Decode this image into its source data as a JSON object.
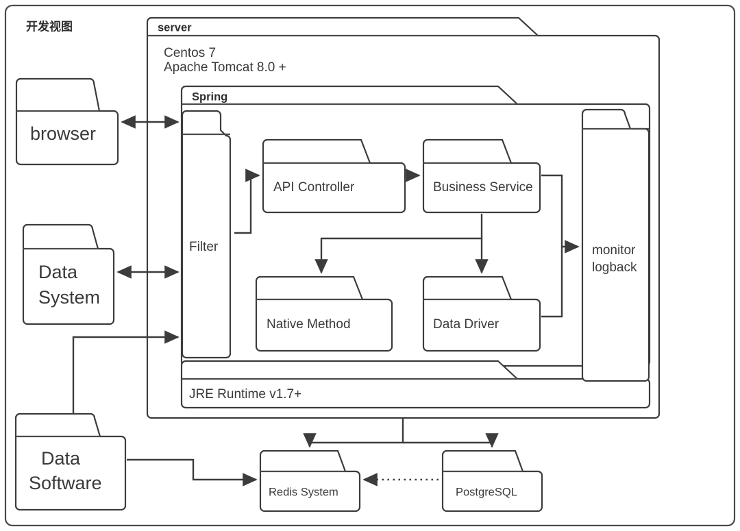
{
  "diagram": {
    "title": "开发视图",
    "type": "architecture-block-diagram",
    "outer_frame": {
      "label": "开发视图"
    },
    "nodes": {
      "browser": {
        "label": "browser",
        "kind": "folder",
        "side": "client"
      },
      "data_system": {
        "label_line1": "Data",
        "label_line2": "System",
        "kind": "folder",
        "side": "client"
      },
      "data_software": {
        "label_line1": "Data",
        "label_line2": "Software",
        "kind": "folder",
        "side": "client"
      },
      "server": {
        "label": "server",
        "kind": "folder-container",
        "specs_line1": "Centos 7",
        "specs_line2": "Apache Tomcat 8.0 +"
      },
      "spring": {
        "label": "Spring",
        "kind": "folder-container"
      },
      "filter": {
        "label": "Filter",
        "kind": "folder-vertical"
      },
      "api_controller": {
        "label": "API Controller",
        "kind": "folder"
      },
      "business_service": {
        "label": "Business Service",
        "kind": "folder"
      },
      "native_method": {
        "label": "Native Method",
        "kind": "folder"
      },
      "data_driver": {
        "label": "Data Driver",
        "kind": "folder"
      },
      "monitor": {
        "label_line1": "monitor",
        "label_line2": "logback",
        "kind": "folder-vertical"
      },
      "jre": {
        "label": "JRE Runtime v1.7+",
        "kind": "folder-bar"
      },
      "redis": {
        "label": "Redis System",
        "kind": "folder"
      },
      "postgresql": {
        "label": "PostgreSQL",
        "kind": "folder"
      }
    },
    "edges": [
      {
        "name": "browser-filter",
        "from": "browser",
        "to": "filter",
        "style": "solid",
        "arrow": "both"
      },
      {
        "name": "data-system-filter",
        "from": "data_system",
        "to": "filter",
        "style": "solid",
        "arrow": "both"
      },
      {
        "name": "data-software-filter",
        "from": "data_software",
        "to": "filter",
        "style": "solid",
        "arrow": "end"
      },
      {
        "name": "filter-api-controller",
        "from": "filter",
        "to": "api_controller",
        "style": "solid",
        "arrow": "end"
      },
      {
        "name": "api-controller-business-service",
        "from": "api_controller",
        "to": "business_service",
        "style": "solid",
        "arrow": "end"
      },
      {
        "name": "business-service-native-method",
        "from": "business_service",
        "to": "native_method",
        "style": "solid",
        "arrow": "end"
      },
      {
        "name": "business-service-data-driver",
        "from": "business_service",
        "to": "data_driver",
        "style": "solid",
        "arrow": "end"
      },
      {
        "name": "business-service-monitor",
        "from": "business_service",
        "to": "monitor",
        "style": "solid",
        "arrow": "end"
      },
      {
        "name": "data-driver-monitor",
        "from": "data_driver",
        "to": "monitor",
        "style": "solid",
        "arrow": "end"
      },
      {
        "name": "server-redis",
        "from": "server",
        "to": "redis",
        "style": "solid",
        "arrow": "end"
      },
      {
        "name": "server-postgresql",
        "from": "server",
        "to": "postgresql",
        "style": "solid",
        "arrow": "end"
      },
      {
        "name": "data-software-redis",
        "from": "data_software",
        "to": "redis",
        "style": "solid",
        "arrow": "end"
      },
      {
        "name": "postgresql-redis",
        "from": "postgresql",
        "to": "redis",
        "style": "dotted",
        "arrow": "end"
      }
    ],
    "colors": {
      "stroke": "#3c3c3c",
      "frame": "#4a4a4a",
      "text": "#3a3a3a",
      "background": "#ffffff"
    }
  }
}
